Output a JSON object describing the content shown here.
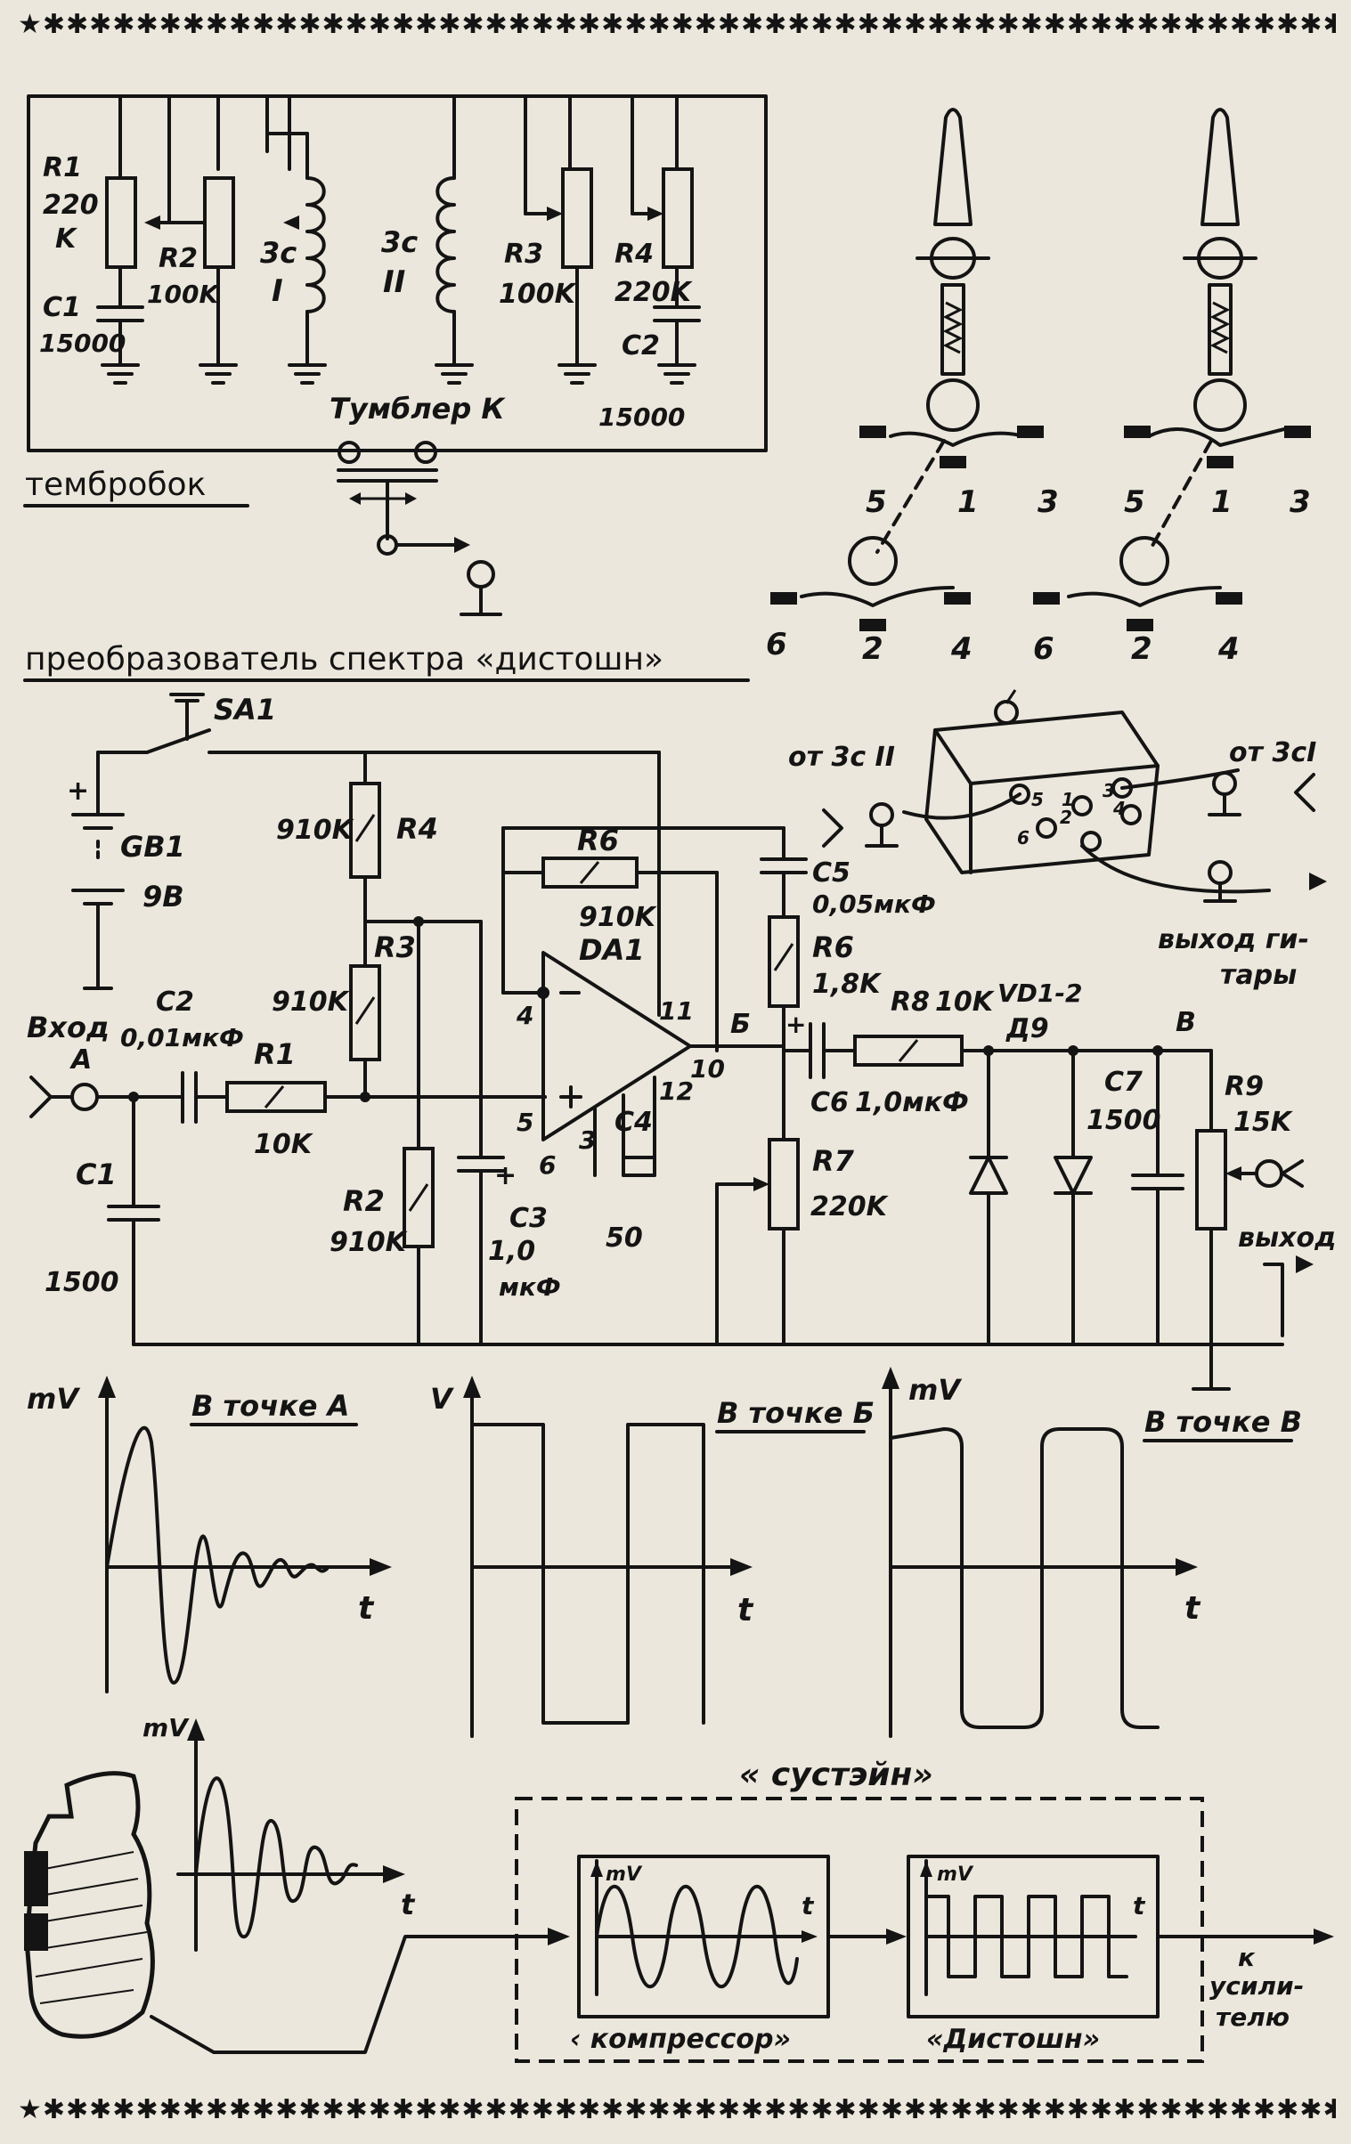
{
  "border_stars": "★✱✱✱✱✱✱✱✱✱✱✱✱✱✱✱✱✱✱✱✱✱✱✱✱✱✱✱✱✱✱✱✱✱✱✱✱✱✱✱✱✱✱✱✱✱✱✱✱✱✱✱✱✱✱✱✱✱",
  "tone_block": {
    "title": "тембробок",
    "r1": "R1",
    "r1_val1": "220",
    "r1_val2": "K",
    "c1": "C1",
    "c1_val": "15000",
    "r2": "R2",
    "r2_val": "100K",
    "pickup1": "3c",
    "pickup1_num": "I",
    "pickup2": "3c",
    "pickup2_num": "II",
    "r3": "R3",
    "r3_val": "100K",
    "r4": "R4",
    "r4_val": "220K",
    "c2": "C2",
    "c2_val": "15000",
    "switch": "Тумблер К"
  },
  "toggle_pins": {
    "a_top": [
      "5",
      "1",
      "3"
    ],
    "a_bottom": [
      "6",
      "2",
      "4"
    ],
    "b_top": [
      "5",
      "1",
      "3"
    ],
    "b_bottom": [
      "6",
      "2",
      "4"
    ]
  },
  "distortion": {
    "title": "преобразователь спектра «дистошн»",
    "sa1": "SA1",
    "gb1": "GB1",
    "gb1_val": "9B",
    "plus": "+",
    "r4": "R4",
    "r4_val": "910K",
    "r3": "R3",
    "r3_val": "910K",
    "r6": "R6",
    "r6_val": "910K",
    "da1": "DA1",
    "c5": "C5",
    "c5_val": "0,05мкФ",
    "r6b": "R6",
    "r6b_val": "1,8K",
    "input": "Вход",
    "input_pt": "А",
    "c2": "C2",
    "c2_val": "0,01мкФ",
    "r1": "R1",
    "r1_val": "10K",
    "c1": "C1",
    "c1_val": "1500",
    "r2": "R2",
    "r2_val": "910K",
    "c3": "C3",
    "c3_val1": "1,0",
    "c3_val2": "мкФ",
    "c4": "C4",
    "c4_val": "50",
    "pin4": "4",
    "pin5": "5",
    "pin6": "6",
    "pin3": "3",
    "pin11": "11",
    "pin12": "12",
    "pin10": "10",
    "pt_b": "Б",
    "c6": "C6",
    "c6_val": "1,0мкФ",
    "r8": "R8",
    "r8_val": "10K",
    "vd": "VD1-2",
    "vd_type": "Д9",
    "pt_v": "В",
    "c7": "C7",
    "c7_val": "1500",
    "r9": "R9",
    "r9_val": "15K",
    "r7": "R7",
    "r7_val": "220K",
    "output": "выход",
    "from_pickup2": "от 3с II",
    "from_pickup1": "от 3сI",
    "guitar_out1": "выход ги-",
    "guitar_out2": "тары",
    "sw_pins": [
      "5",
      "1",
      "3",
      "6",
      "2",
      "4"
    ]
  },
  "waveforms": {
    "a_label": "В точке А",
    "a_axis": "mV",
    "a_t": "t",
    "b_label": "В точке Б",
    "b_axis": "V",
    "b_t": "t",
    "v_label": "В точке В",
    "v_axis": "mV",
    "v_t": "t"
  },
  "sustain": {
    "title": "« сустэйн»",
    "guitar_axis": "mV",
    "guitar_t": "t",
    "compressor": "‹ компрессор»",
    "comp_axis": "mV",
    "comp_t": "t",
    "distortion": "«Дистошн»",
    "dist_axis": "mV",
    "dist_t": "t",
    "to_amp1": "к",
    "to_amp2": "усили-",
    "to_amp3": "телю"
  }
}
